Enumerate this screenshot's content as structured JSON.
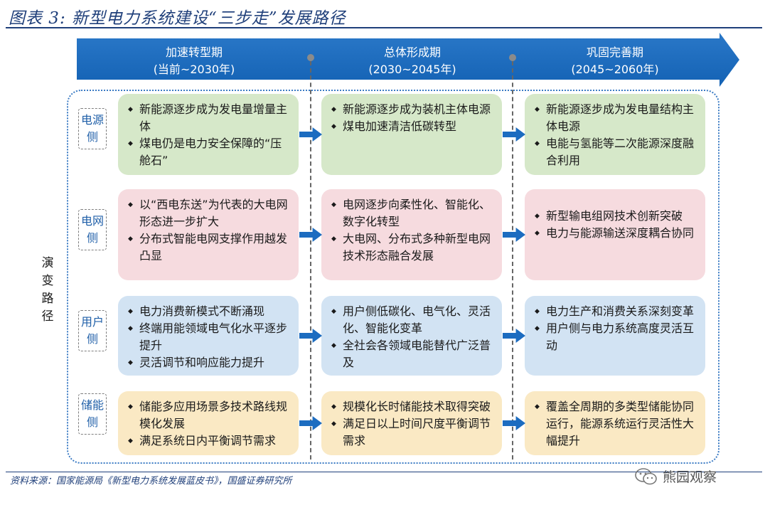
{
  "title": "图表 3:  新型电力系统建设“三步走”发展路径",
  "phases": [
    {
      "name": "加速转型期",
      "range": "(当前~2030年)"
    },
    {
      "name": "总体形成期",
      "range": "(2030~2045年)"
    },
    {
      "name": "巩固完善期",
      "range": "(2045~2060年)"
    }
  ],
  "evolution_label": "演变路径",
  "rows": [
    {
      "label": "电源侧",
      "cells": [
        [
          "新能源逐步成为发电量增量主体",
          "煤电仍是电力安全保障的“压舱石”"
        ],
        [
          "新能源逐步成为装机主体电源",
          "煤电加速清洁低碳转型"
        ],
        [
          "新能源逐步成为发电量结构主体电源",
          "电能与氢能等二次能源深度融合利用"
        ]
      ]
    },
    {
      "label": "电网侧",
      "cells": [
        [
          "以“西电东送”为代表的大电网形态进一步扩大",
          "分布式智能电网支撑作用越发凸显"
        ],
        [
          "电网逐步向柔性化、智能化、数字化转型",
          "大电网、分布式多种新型电网技术形态融合发展"
        ],
        [
          "新型输电组网技术创新突破",
          "电力与能源输送深度耦合协同"
        ]
      ]
    },
    {
      "label": "用户侧",
      "cells": [
        [
          "电力消费新模式不断涌现",
          "终端用能领域电气化水平逐步提升",
          "灵活调节和响应能力提升"
        ],
        [
          "用户侧低碳化、电气化、灵活化、智能化变革",
          "全社会各领域电能替代广泛普及"
        ],
        [
          "电力生产和消费关系深刻变革",
          "用户侧与电力系统高度灵活互动"
        ]
      ]
    },
    {
      "label": "储能侧",
      "cells": [
        [
          "储能多应用场景多技术路线规模化发展",
          "满足系统日内平衡调节需求"
        ],
        [
          "规模化长时储能技术取得突破",
          "满足日以上时间尺度平衡调节需求"
        ],
        [
          "覆盖全周期的多类型储能协同运行，能源系统运行灵活性大幅提升"
        ]
      ]
    }
  ],
  "source": "资料来源：国家能源局《新型电力系统发展蓝皮书》，国盛证券研究所",
  "watermark": "熊园观察",
  "colors": {
    "title": "#1f3f7a",
    "timeline": "#1462b4",
    "row_colors": [
      "#d6e8c9",
      "#f6dbdf",
      "#d2e3f3",
      "#fae9c4"
    ],
    "arrow": "#1c6cc0",
    "row_label_text": "#1f5fa8"
  },
  "icons": [
    "wechat-icon"
  ]
}
